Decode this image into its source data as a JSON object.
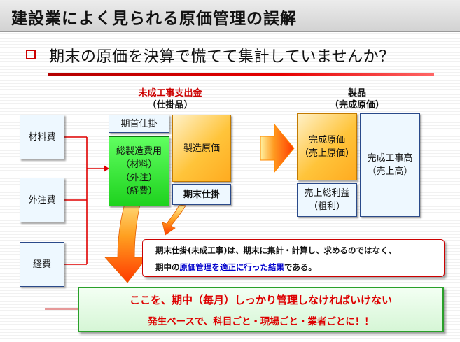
{
  "title": "建設業によく見られる原価管理の誤解",
  "subtitle": "期末の原価を決算で慌てて集計していませんか？",
  "headings": {
    "wip_line1": "未成工事支出金",
    "wip_line2": "（仕掛品）",
    "product_line1": "製品",
    "product_line2": "（完成原価）"
  },
  "cost_items": [
    "材料費",
    "外注費",
    "経費"
  ],
  "boxes": {
    "opening_wip": "期首仕掛",
    "total_cost": "総製造費用\n（材料）\n（外注）\n（経費）",
    "mfg_cost": "製造原価",
    "closing_wip": "期末仕掛",
    "completed_cost": "完成原価\n（売上原価）",
    "gross_profit": "売上総利益\n（粗利）",
    "sales": "完成工事高\n（売上高）"
  },
  "note": {
    "line1": "期末仕掛(未成工事)は、期末に集計・計算し、求めるのではなく、",
    "line2_prefix": "期中の",
    "line2_link": "原価管理を適正に行った結果",
    "line2_suffix": "である。"
  },
  "banner": {
    "line1": "ここを、期中（毎月）しっかり管理しなければいけない",
    "line2": "発生ベースで、科目ごと・現場ごと・業者ごとに！！"
  },
  "colors": {
    "accent_red": "#cc0000",
    "link_blue": "#0000cc",
    "green": "#1ed21e",
    "orange": "#ffb020",
    "box_border": "#2a4a8a"
  }
}
